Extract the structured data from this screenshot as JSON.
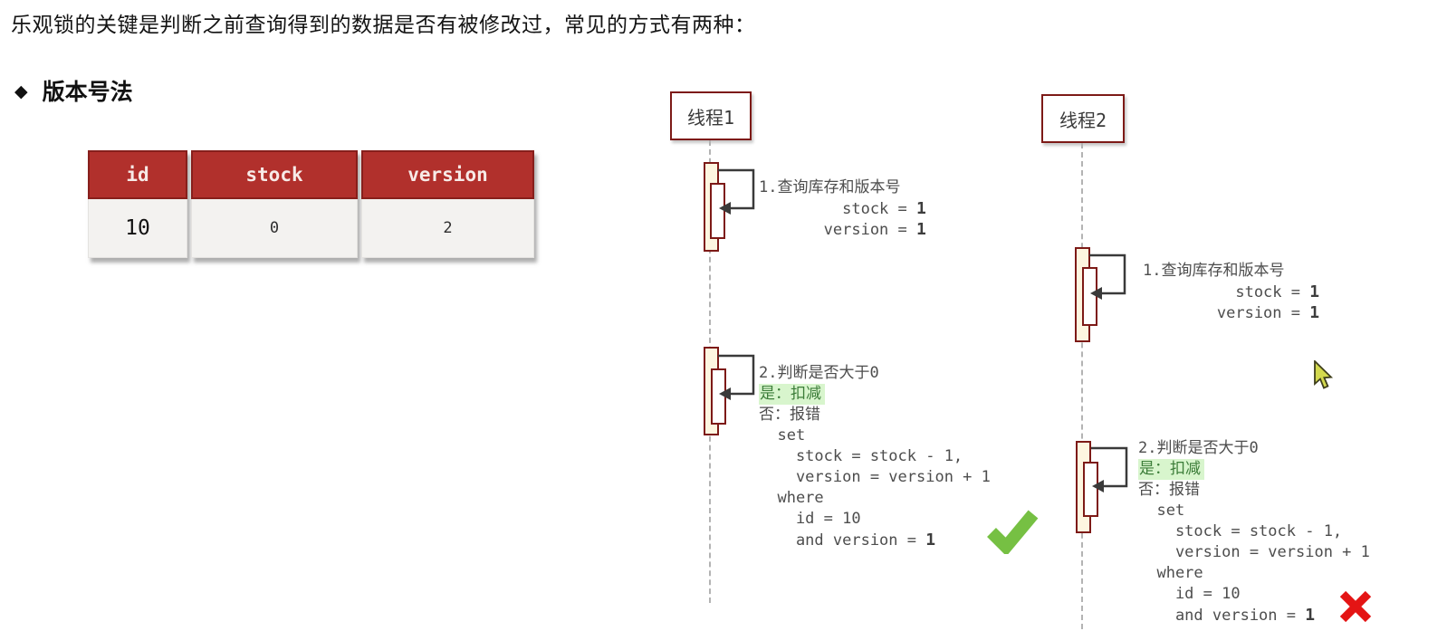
{
  "page": {
    "title": "乐观锁的关键是判断之前查询得到的数据是否有被修改过，常见的方式有两种：",
    "section": {
      "bullet": "◆",
      "title": "版本号法"
    }
  },
  "table": {
    "columns": [
      "id",
      "stock",
      "version"
    ],
    "row": [
      "10",
      "0",
      "2"
    ]
  },
  "threads": [
    {
      "name": "线程1",
      "steps": [
        {
          "lines": [
            [
              {
                "t": "1.查询库存和版本号"
              }
            ],
            [
              {
                "t": "         stock = "
              },
              {
                "t": "1",
                "b": true
              }
            ],
            [
              {
                "t": "       version = "
              },
              {
                "t": "1",
                "b": true
              }
            ]
          ]
        },
        {
          "result": "success",
          "lines": [
            [
              {
                "t": "2.判断是否大于0"
              }
            ],
            [
              {
                "t": "是：扣减",
                "h": true
              }
            ],
            [
              {
                "t": "否：报错"
              }
            ],
            [
              {
                "t": "  set"
              }
            ],
            [
              {
                "t": "    stock = stock - 1,"
              }
            ],
            [
              {
                "t": "    version = version + 1"
              }
            ],
            [
              {
                "t": "  where"
              }
            ],
            [
              {
                "t": "    id = 10"
              }
            ],
            [
              {
                "t": "    and version = "
              },
              {
                "t": "1",
                "b": true
              }
            ]
          ]
        }
      ]
    },
    {
      "name": "线程2",
      "steps": [
        {
          "lines": [
            [
              {
                "t": "1.查询库存和版本号"
              }
            ],
            [
              {
                "t": "          stock = "
              },
              {
                "t": "1",
                "b": true
              }
            ],
            [
              {
                "t": "        version = "
              },
              {
                "t": "1",
                "b": true
              }
            ]
          ]
        },
        {
          "result": "failure",
          "lines": [
            [
              {
                "t": "2.判断是否大于0"
              }
            ],
            [
              {
                "t": "是：扣减",
                "h": true
              }
            ],
            [
              {
                "t": "否：报错"
              }
            ],
            [
              {
                "t": "  set"
              }
            ],
            [
              {
                "t": "    stock = stock - 1,"
              }
            ],
            [
              {
                "t": "    version = version + 1"
              }
            ],
            [
              {
                "t": "  where"
              }
            ],
            [
              {
                "t": "    id = 10"
              }
            ],
            [
              {
                "t": "    and version = "
              },
              {
                "t": "1",
                "b": true
              }
            ]
          ]
        }
      ]
    }
  ],
  "icons": {
    "success_check": "check-icon",
    "failure_cross": "cross-icon",
    "mouse_cursor": "arrow-pointer-icon",
    "section_bullet": "diamond-icon"
  },
  "colors": {
    "table_header_bg": "#b1302c",
    "table_header_border": "#871f1c",
    "table_row_bg": "#f3f2f0",
    "diagram_border": "#7d1a17",
    "activation_fill": "#fdf6e0",
    "lifeline": "#b3b3b3",
    "arrow": "#3a3a3a",
    "note_text": "#4d4d4d",
    "highlight_bg": "#d8f5cd",
    "highlight_text": "#3c7d39",
    "check_green": "#76c043",
    "cross_red": "#e41414"
  }
}
